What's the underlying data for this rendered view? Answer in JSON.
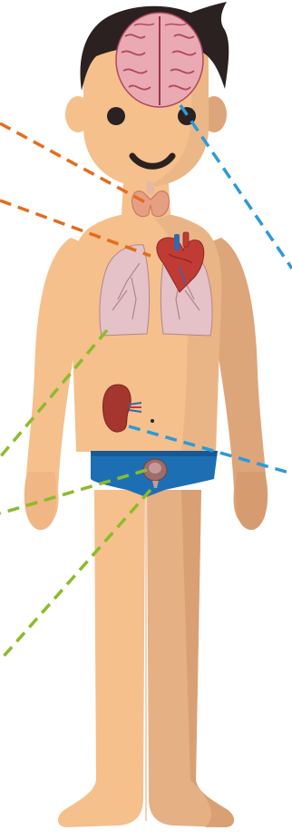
{
  "colors": {
    "background": "#ffffff",
    "skin": "#f5c08c",
    "skin_shadow": "#dda57a",
    "hair": "#2a2120",
    "underwear": "#1d6fb4",
    "underwear_edge": "#155a96",
    "brain": "#e9aab3",
    "brain_folds": "#b4475b",
    "thyroid": "#e79f84",
    "lungs": "#e4c2c8",
    "lung_veins": "#b3848d",
    "heart": "#c13b35",
    "heart_vessels": "#3367b0",
    "kidney": "#a4362f",
    "prostate": "#9c6d6b",
    "line_orange": "#e46c1c",
    "line_blue": "#2c9ad8",
    "line_green": "#8cbb2c"
  },
  "organs": [
    {
      "id": "brain",
      "icon": "brain-icon"
    },
    {
      "id": "thyroid",
      "icon": "thyroid-icon"
    },
    {
      "id": "heart",
      "icon": "heart-icon"
    },
    {
      "id": "lungs",
      "icon": "lungs-icon"
    },
    {
      "id": "kidney",
      "icon": "kidney-icon"
    },
    {
      "id": "prostate",
      "icon": "prostate-icon"
    }
  ],
  "leader_lines": [
    {
      "id": "thyroid-line",
      "color": "orange",
      "style": "dashed"
    },
    {
      "id": "heart-line",
      "color": "orange",
      "style": "dashed"
    },
    {
      "id": "brain-line",
      "color": "blue",
      "style": "dashed"
    },
    {
      "id": "kidney-line",
      "color": "blue",
      "style": "dashed"
    },
    {
      "id": "lungs-line",
      "color": "green",
      "style": "dashed"
    },
    {
      "id": "prostate-line-upper",
      "color": "green",
      "style": "dashed"
    },
    {
      "id": "prostate-line-lower",
      "color": "green",
      "style": "dashed"
    }
  ]
}
